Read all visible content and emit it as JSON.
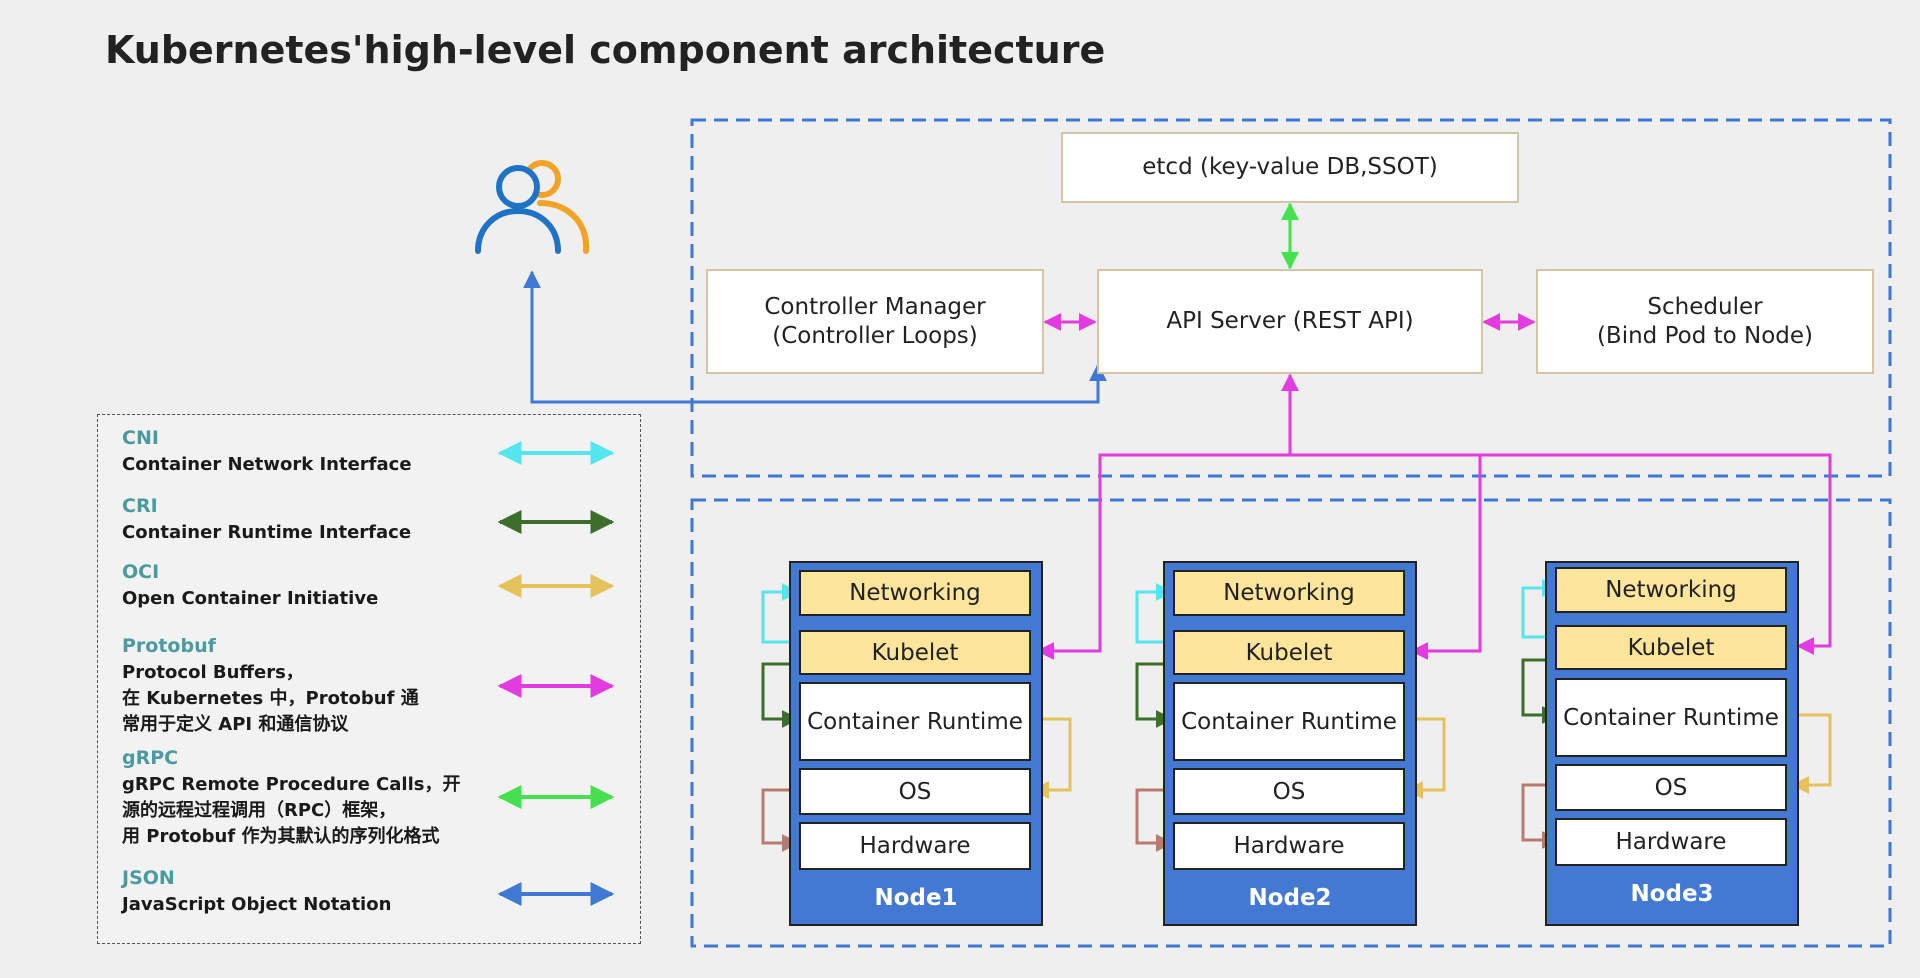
{
  "title": "Kubernetes'high-level component architecture",
  "control_plane": {
    "etcd": "etcd (key-value DB,SSOT)",
    "controller_manager": [
      "Controller Manager",
      "(Controller Loops)"
    ],
    "api_server": "API Server (REST API)",
    "scheduler": [
      "Scheduler",
      "(Bind Pod to Node)"
    ]
  },
  "nodes": [
    {
      "label": "Node1",
      "layers": [
        "Networking",
        "Kubelet",
        "Container Runtime",
        "OS",
        "Hardware"
      ]
    },
    {
      "label": "Node2",
      "layers": [
        "Networking",
        "Kubelet",
        "Container Runtime",
        "OS",
        "Hardware"
      ]
    },
    {
      "label": "Node3",
      "layers": [
        "Networking",
        "Kubelet",
        "Container Runtime",
        "OS",
        "Hardware"
      ]
    }
  ],
  "legend": [
    {
      "name": "CNI",
      "desc": [
        "Container Network Interface"
      ],
      "color": "#54e6ee"
    },
    {
      "name": "CRI",
      "desc": [
        "Container Runtime Interface"
      ],
      "color": "#3e6e2c"
    },
    {
      "name": "OCI",
      "desc": [
        "Open Container Initiative"
      ],
      "color": "#e6c25a"
    },
    {
      "name": "Protobuf",
      "desc": [
        "Protocol Buffers，",
        "在 Kubernetes 中，Protobuf 通",
        "常用于定义 API 和通信协议"
      ],
      "color": "#e23be0"
    },
    {
      "name": "gRPC",
      "desc": [
        "gRPC Remote Procedure Calls，开",
        "源的远程过程调用（RPC）框架，",
        "用 Protobuf 作为其默认的序列化格式"
      ],
      "color": "#46e04f"
    },
    {
      "name": "JSON",
      "desc": [
        "JavaScript Object Notation"
      ],
      "color": "#3f79d4"
    }
  ],
  "colors": {
    "legend_name": "#4a9aa0",
    "node_bg": "#4378d3",
    "box_border": "#d5c4a6",
    "dashed_border": "#3d78d4",
    "os_hw_arrow": "#b87a72",
    "user_icon_primary": "#1f73c6",
    "user_icon_secondary": "#f4a225"
  },
  "icons": {
    "users": "users-icon"
  }
}
